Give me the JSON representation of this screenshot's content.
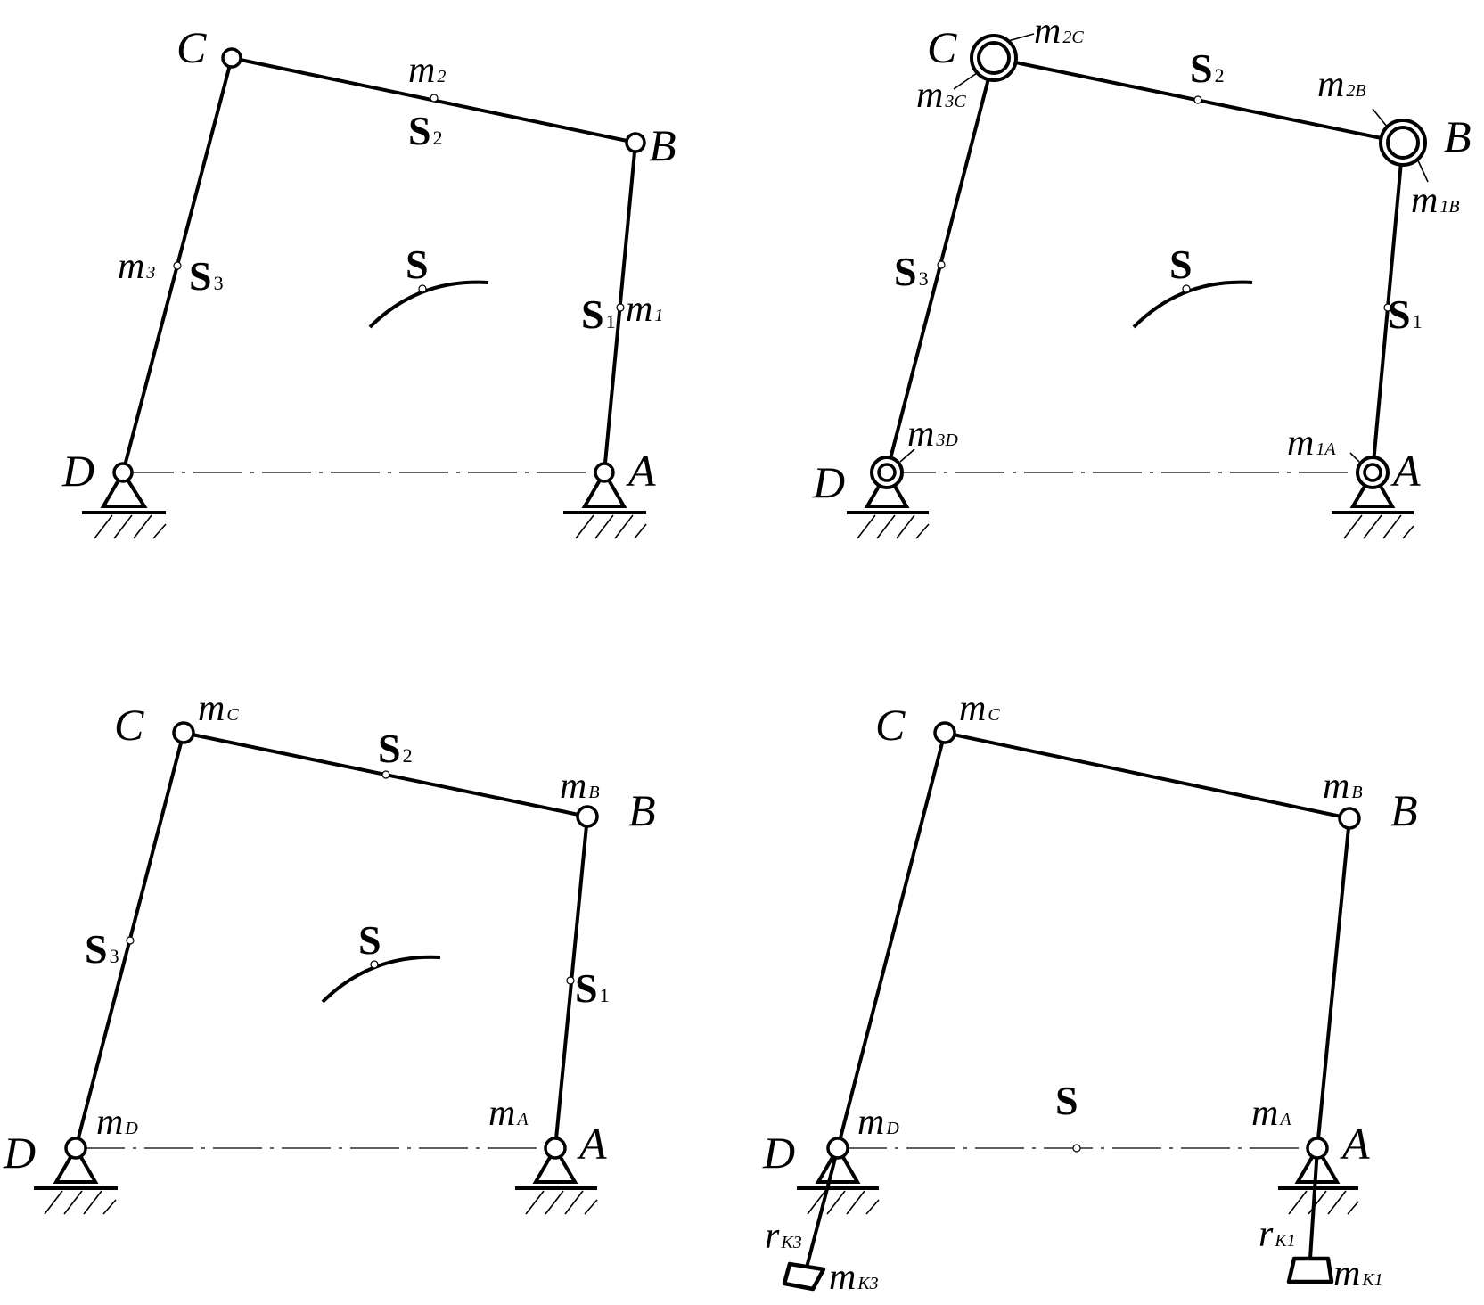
{
  "panels": {
    "p1": {
      "points": {
        "C": "C",
        "B": "B",
        "D": "D",
        "A": "A"
      },
      "centers": [
        {
          "base": "S",
          "sub": "2"
        },
        {
          "base": "S",
          "sub": "3"
        },
        {
          "base": "S",
          "sub": "1"
        },
        {
          "base": "S",
          "sub": ""
        }
      ],
      "masses": [
        {
          "base": "m",
          "sub": "2"
        },
        {
          "base": "m",
          "sub": "3"
        },
        {
          "base": "m",
          "sub": "1"
        }
      ]
    },
    "p2": {
      "points": {
        "C": "C",
        "B": "B",
        "D": "D",
        "A": "A"
      },
      "centers": [
        {
          "base": "S",
          "sub": "2"
        },
        {
          "base": "S",
          "sub": "3"
        },
        {
          "base": "S",
          "sub": "1"
        },
        {
          "base": "S",
          "sub": ""
        }
      ],
      "masses": [
        {
          "base": "m",
          "sub": "2C"
        },
        {
          "base": "m",
          "sub": "3C"
        },
        {
          "base": "m",
          "sub": "2B"
        },
        {
          "base": "m",
          "sub": "1B"
        },
        {
          "base": "m",
          "sub": "3D"
        },
        {
          "base": "m",
          "sub": "1A"
        }
      ]
    },
    "p3": {
      "points": {
        "C": "C",
        "B": "B",
        "D": "D",
        "A": "A"
      },
      "centers": [
        {
          "base": "S",
          "sub": "2"
        },
        {
          "base": "S",
          "sub": "3"
        },
        {
          "base": "S",
          "sub": "1"
        },
        {
          "base": "S",
          "sub": ""
        }
      ],
      "masses": [
        {
          "base": "m",
          "sub": "C"
        },
        {
          "base": "m",
          "sub": "B"
        },
        {
          "base": "m",
          "sub": "D"
        },
        {
          "base": "m",
          "sub": "A"
        }
      ]
    },
    "p4": {
      "points": {
        "C": "C",
        "B": "B",
        "D": "D",
        "A": "A"
      },
      "centers": [
        {
          "base": "S",
          "sub": ""
        }
      ],
      "masses": [
        {
          "base": "m",
          "sub": "C"
        },
        {
          "base": "m",
          "sub": "B"
        },
        {
          "base": "m",
          "sub": "D"
        },
        {
          "base": "m",
          "sub": "A"
        },
        {
          "base": "m",
          "sub": "K3"
        },
        {
          "base": "m",
          "sub": "K1"
        }
      ],
      "radii": [
        {
          "base": "r",
          "sub": "K3"
        },
        {
          "base": "r",
          "sub": "K1"
        }
      ]
    }
  }
}
